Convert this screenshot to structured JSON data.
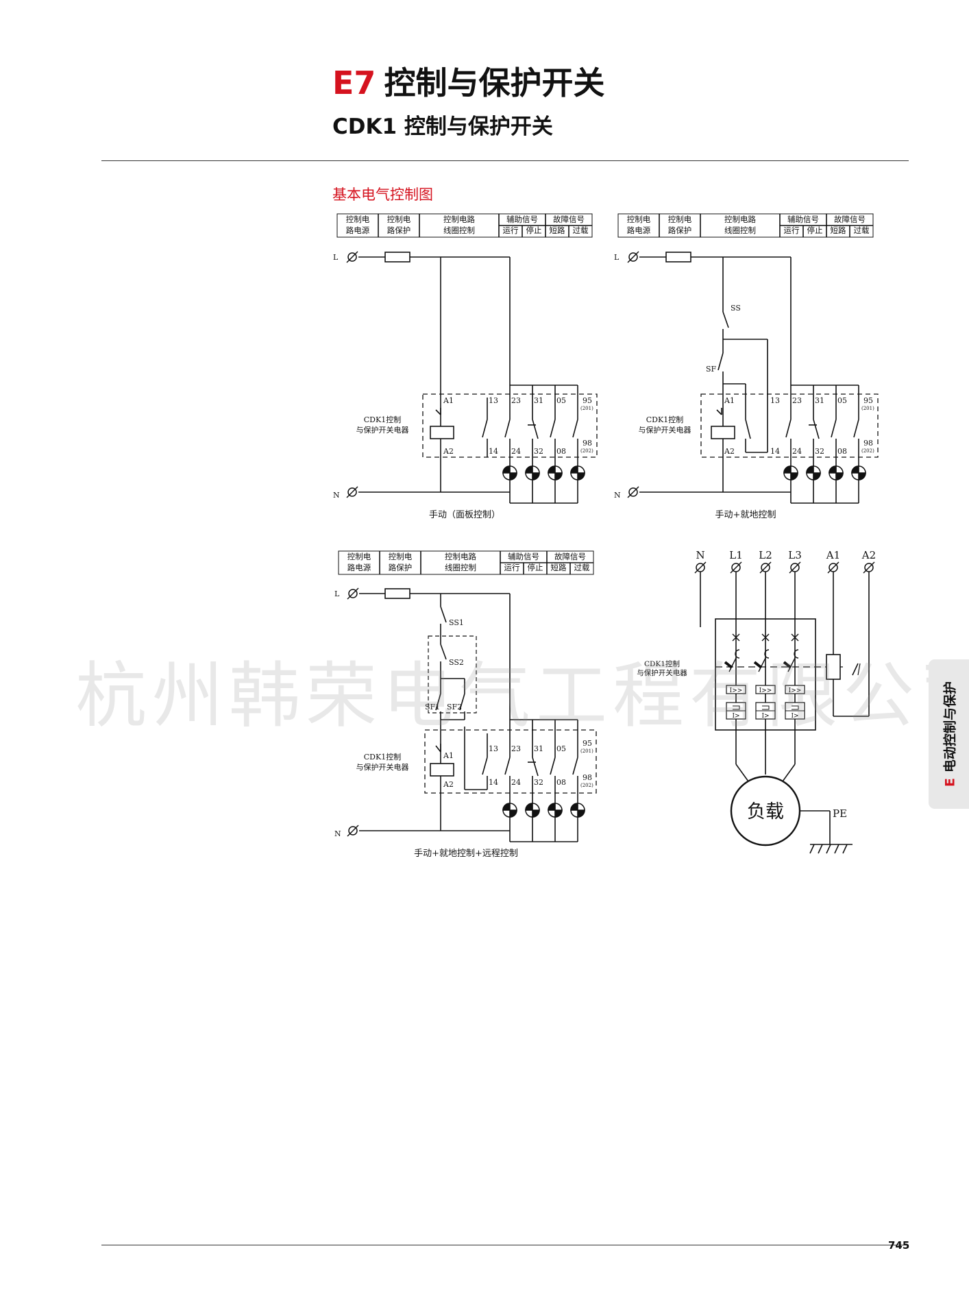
{
  "header": {
    "series_code": "E7",
    "title": "控制与保护开关",
    "subtitle": "CDK1 控制与保护开关"
  },
  "section_heading": "基本电气控制图",
  "table_header": {
    "col1": [
      "控制电",
      "路电源"
    ],
    "col2": [
      "控制电",
      "路保护"
    ],
    "col3": [
      "控制电路",
      "线圈控制"
    ],
    "aux_signal": "辅助信号",
    "aux_sub": [
      "运行",
      "停止"
    ],
    "fault_signal": "故障信号",
    "fault_sub": [
      "短路",
      "过载"
    ]
  },
  "labels": {
    "line": "L",
    "neutral": "N",
    "device": [
      "CDK1控制",
      "与保护开关电器"
    ],
    "terminals": {
      "a1": "A1",
      "a2": "A2",
      "t13": "13",
      "t14": "14",
      "t23": "23",
      "t24": "24",
      "t31": "31",
      "t32": "32",
      "t05": "05",
      "t08": "08",
      "t95": "95",
      "t98": "98",
      "t201": "(201)",
      "t202": "(202)"
    },
    "ss": "SS",
    "sf": "SF",
    "ss1": "SS1",
    "ss2": "SS2",
    "sf1": "SF1",
    "sf2": "SF2"
  },
  "captions": {
    "manual": "手动（面板控制）",
    "manual_local": "手动+就地控制",
    "manual_local_remote": "手动+就地控制+远程控制"
  },
  "power_diagram": {
    "terminals": [
      "N",
      "L1",
      "L2",
      "L3",
      "A1",
      "A2"
    ],
    "device": [
      "CDK1控制",
      "与保护开关电器"
    ],
    "short_circuit": "I>>",
    "overload": "I>",
    "load": "负载",
    "pe": "PE"
  },
  "watermark": "杭州韩荣电气工程有限公司",
  "side_tab": {
    "letter": "E",
    "label": "电动控制与保护"
  },
  "page_number": "745"
}
